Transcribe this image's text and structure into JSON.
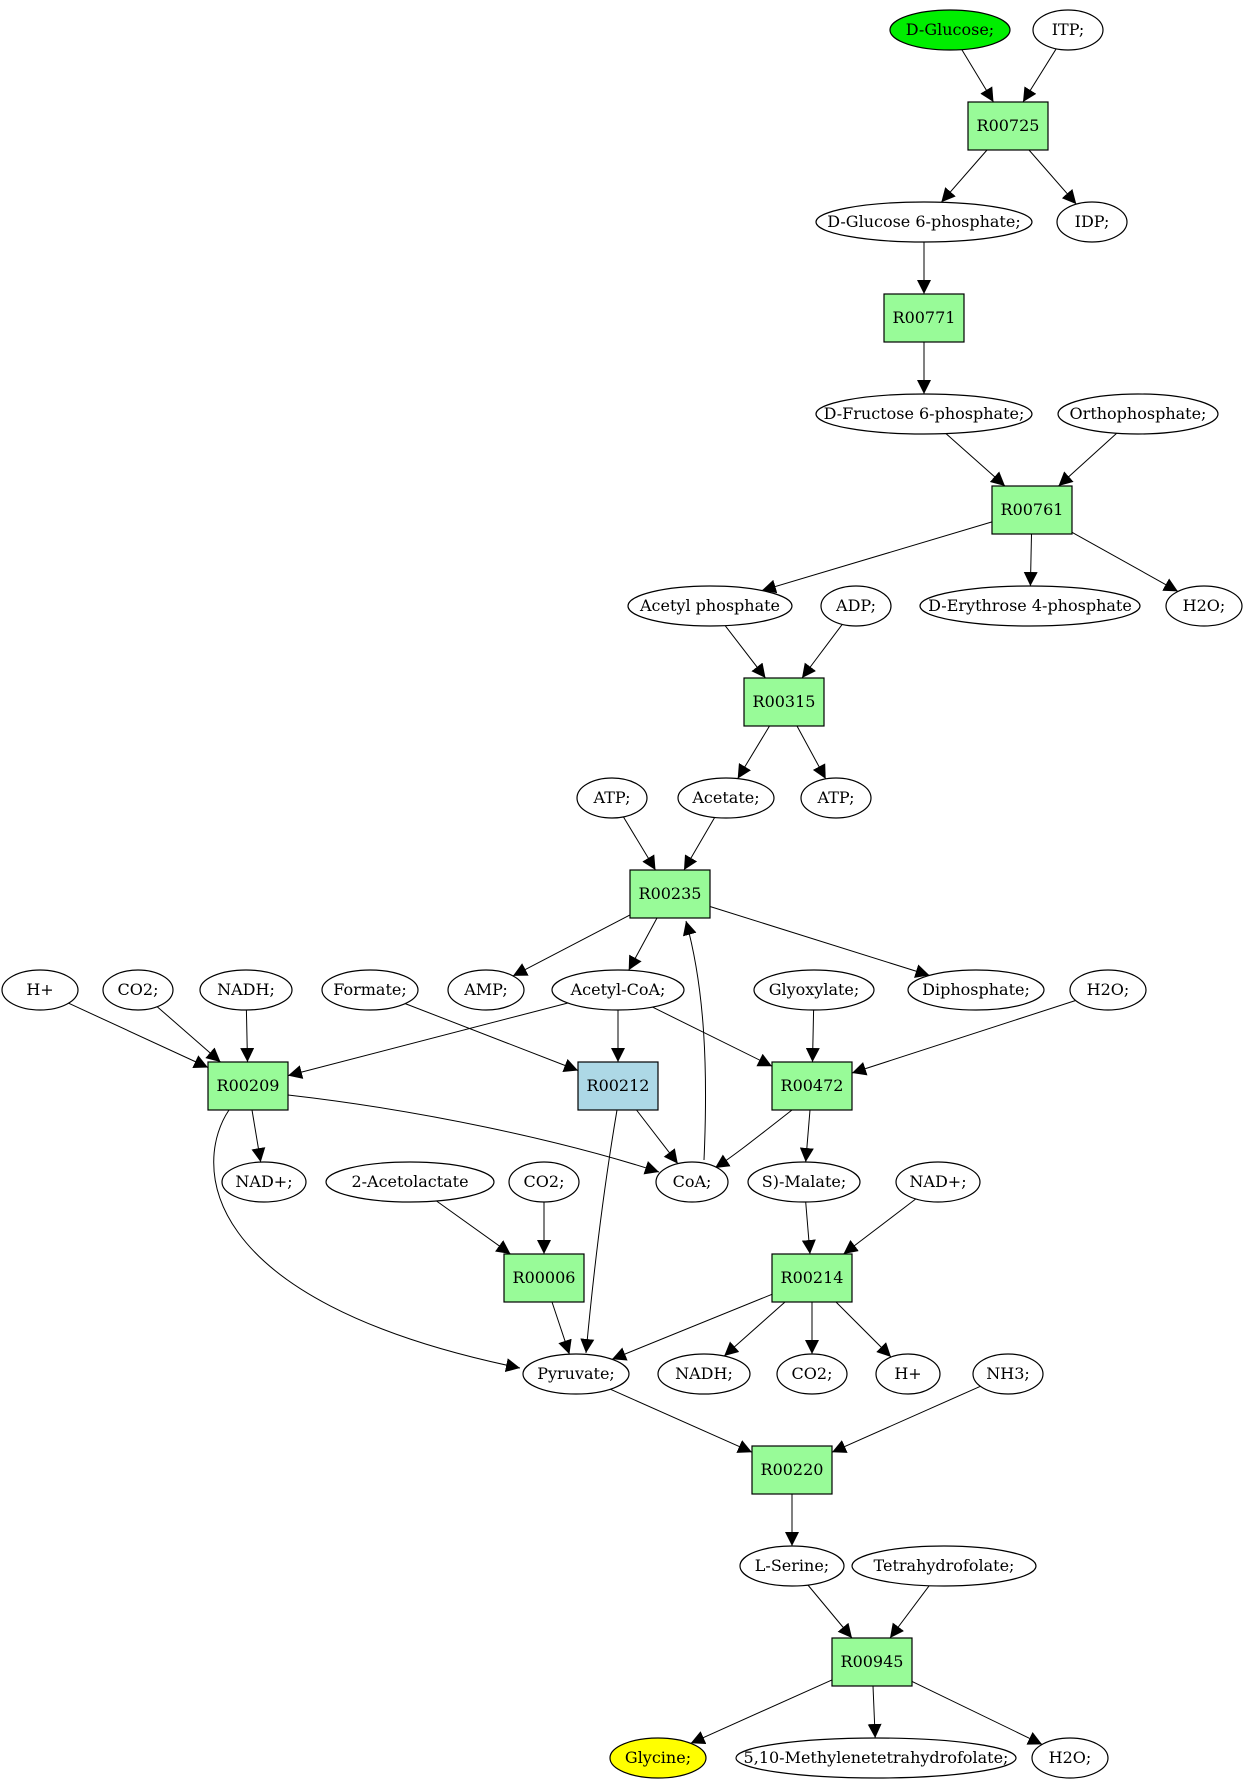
{
  "colors": {
    "reaction": "#98fb98",
    "reaction_highlight": "#add8e6",
    "source_compound": "#00ee00",
    "target_compound": "#ffff00",
    "compound": "#ffffff",
    "edge": "#000000"
  },
  "nodes": [
    {
      "id": "glc",
      "label": "D-Glucose;",
      "kind": "compound",
      "fill": "source_compound"
    },
    {
      "id": "itp",
      "label": "ITP;",
      "kind": "compound"
    },
    {
      "id": "r00725",
      "label": "R00725",
      "kind": "reaction"
    },
    {
      "id": "g6p",
      "label": "D-Glucose 6-phosphate;",
      "kind": "compound"
    },
    {
      "id": "idp",
      "label": "IDP;",
      "kind": "compound"
    },
    {
      "id": "r00771",
      "label": "R00771",
      "kind": "reaction"
    },
    {
      "id": "f6p",
      "label": "D-Fructose 6-phosphate;",
      "kind": "compound"
    },
    {
      "id": "pi",
      "label": "Orthophosphate;",
      "kind": "compound"
    },
    {
      "id": "r00761",
      "label": "R00761",
      "kind": "reaction"
    },
    {
      "id": "acp",
      "label": "Acetyl phosphate",
      "kind": "compound"
    },
    {
      "id": "adp",
      "label": "ADP;",
      "kind": "compound"
    },
    {
      "id": "e4p",
      "label": "D-Erythrose 4-phosphate",
      "kind": "compound"
    },
    {
      "id": "h2o1",
      "label": "H2O;",
      "kind": "compound"
    },
    {
      "id": "r00315",
      "label": "R00315",
      "kind": "reaction"
    },
    {
      "id": "atp1",
      "label": "ATP;",
      "kind": "compound"
    },
    {
      "id": "acetate",
      "label": "Acetate;",
      "kind": "compound"
    },
    {
      "id": "atp2",
      "label": "ATP;",
      "kind": "compound"
    },
    {
      "id": "r00235",
      "label": "R00235",
      "kind": "reaction"
    },
    {
      "id": "hplus1",
      "label": "H+",
      "kind": "compound"
    },
    {
      "id": "co2a",
      "label": "CO2;",
      "kind": "compound"
    },
    {
      "id": "nadh1",
      "label": "NADH;",
      "kind": "compound"
    },
    {
      "id": "formate",
      "label": "Formate;",
      "kind": "compound"
    },
    {
      "id": "amp",
      "label": "AMP;",
      "kind": "compound"
    },
    {
      "id": "accoa",
      "label": "Acetyl-CoA;",
      "kind": "compound"
    },
    {
      "id": "glyox",
      "label": "Glyoxylate;",
      "kind": "compound"
    },
    {
      "id": "ppi",
      "label": "Diphosphate;",
      "kind": "compound"
    },
    {
      "id": "h2o2",
      "label": "H2O;",
      "kind": "compound"
    },
    {
      "id": "r00209",
      "label": "R00209",
      "kind": "reaction"
    },
    {
      "id": "r00212",
      "label": "R00212",
      "kind": "reaction",
      "fill": "reaction_highlight"
    },
    {
      "id": "r00472",
      "label": "R00472",
      "kind": "reaction"
    },
    {
      "id": "nad1",
      "label": "NAD+;",
      "kind": "compound"
    },
    {
      "id": "acetolac",
      "label": "2-Acetolactate",
      "kind": "compound"
    },
    {
      "id": "co2b",
      "label": "CO2;",
      "kind": "compound"
    },
    {
      "id": "coa",
      "label": "CoA;",
      "kind": "compound"
    },
    {
      "id": "malate",
      "label": "S)-Malate;",
      "kind": "compound"
    },
    {
      "id": "nad2",
      "label": "NAD+;",
      "kind": "compound"
    },
    {
      "id": "r00006",
      "label": "R00006",
      "kind": "reaction"
    },
    {
      "id": "r00214",
      "label": "R00214",
      "kind": "reaction"
    },
    {
      "id": "pyr",
      "label": "Pyruvate;",
      "kind": "compound"
    },
    {
      "id": "nadh2",
      "label": "NADH;",
      "kind": "compound"
    },
    {
      "id": "co2c",
      "label": "CO2;",
      "kind": "compound"
    },
    {
      "id": "hplus2",
      "label": "H+",
      "kind": "compound"
    },
    {
      "id": "nh3",
      "label": "NH3;",
      "kind": "compound"
    },
    {
      "id": "r00220",
      "label": "R00220",
      "kind": "reaction"
    },
    {
      "id": "ser",
      "label": "L-Serine;",
      "kind": "compound"
    },
    {
      "id": "thf",
      "label": "Tetrahydrofolate;",
      "kind": "compound"
    },
    {
      "id": "r00945",
      "label": "R00945",
      "kind": "reaction"
    },
    {
      "id": "gly",
      "label": "Glycine;",
      "kind": "compound",
      "fill": "target_compound"
    },
    {
      "id": "methf",
      "label": "5,10-Methylenetetrahydrofolate;",
      "kind": "compound"
    },
    {
      "id": "h2o3",
      "label": "H2O;",
      "kind": "compound"
    }
  ],
  "edges": [
    [
      "glc",
      "r00725"
    ],
    [
      "itp",
      "r00725"
    ],
    [
      "r00725",
      "g6p"
    ],
    [
      "r00725",
      "idp"
    ],
    [
      "g6p",
      "r00771"
    ],
    [
      "r00771",
      "f6p"
    ],
    [
      "f6p",
      "r00761"
    ],
    [
      "pi",
      "r00761"
    ],
    [
      "r00761",
      "acp"
    ],
    [
      "r00761",
      "e4p"
    ],
    [
      "r00761",
      "h2o1"
    ],
    [
      "acp",
      "r00315"
    ],
    [
      "adp",
      "r00315"
    ],
    [
      "r00315",
      "acetate"
    ],
    [
      "r00315",
      "atp2"
    ],
    [
      "atp1",
      "r00235"
    ],
    [
      "acetate",
      "r00235"
    ],
    [
      "r00235",
      "amp"
    ],
    [
      "r00235",
      "accoa"
    ],
    [
      "r00235",
      "ppi"
    ],
    [
      "hplus1",
      "r00209"
    ],
    [
      "co2a",
      "r00209"
    ],
    [
      "nadh1",
      "r00209"
    ],
    [
      "accoa",
      "r00209"
    ],
    [
      "formate",
      "r00212"
    ],
    [
      "accoa",
      "r00212"
    ],
    [
      "accoa",
      "r00472"
    ],
    [
      "glyox",
      "r00472"
    ],
    [
      "h2o2",
      "r00472"
    ],
    [
      "r00209",
      "nad1"
    ],
    [
      "r00209",
      "coa"
    ],
    [
      "r00209",
      "pyr"
    ],
    [
      "r00212",
      "coa"
    ],
    [
      "r00212",
      "pyr"
    ],
    [
      "r00472",
      "coa"
    ],
    [
      "r00472",
      "malate"
    ],
    [
      "coa",
      "r00235"
    ],
    [
      "acetolac",
      "r00006"
    ],
    [
      "co2b",
      "r00006"
    ],
    [
      "r00006",
      "pyr"
    ],
    [
      "malate",
      "r00214"
    ],
    [
      "nad2",
      "r00214"
    ],
    [
      "r00214",
      "pyr"
    ],
    [
      "r00214",
      "nadh2"
    ],
    [
      "r00214",
      "co2c"
    ],
    [
      "r00214",
      "hplus2"
    ],
    [
      "pyr",
      "r00220"
    ],
    [
      "nh3",
      "r00220"
    ],
    [
      "r00220",
      "ser"
    ],
    [
      "ser",
      "r00945"
    ],
    [
      "thf",
      "r00945"
    ],
    [
      "r00945",
      "gly"
    ],
    [
      "r00945",
      "methf"
    ],
    [
      "r00945",
      "h2o3"
    ]
  ]
}
